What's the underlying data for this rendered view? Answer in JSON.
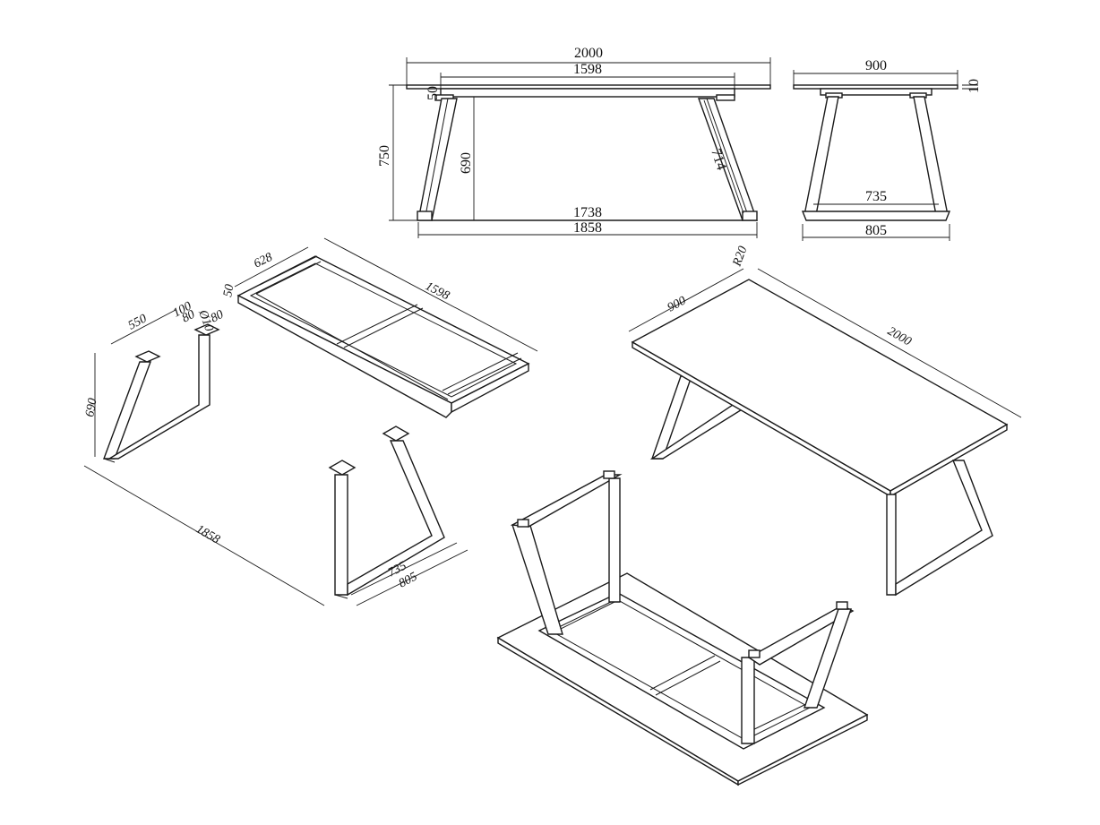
{
  "front_view": {
    "top_length": "2000",
    "frame_length": "1598",
    "top_thickness": "50",
    "overall_height": "750",
    "leg_height": "690",
    "leg_length": "714",
    "inner_base": "1738",
    "base_length": "1858"
  },
  "side_view": {
    "top_width": "900",
    "top_thickness": "10",
    "inner_base": "735",
    "base_width": "805"
  },
  "frame_iso": {
    "width": "628",
    "thickness": "50",
    "length": "1598"
  },
  "legs_iso": {
    "top_span": "550",
    "plate_size": "100",
    "plate_dim_a": "80",
    "plate_dim_b": "80",
    "hole": "Ø10",
    "height": "690",
    "base_span": "1858",
    "inner_base": "735",
    "outer_base": "805"
  },
  "table_iso": {
    "width": "900",
    "length": "2000",
    "corner_radius": "R20"
  }
}
